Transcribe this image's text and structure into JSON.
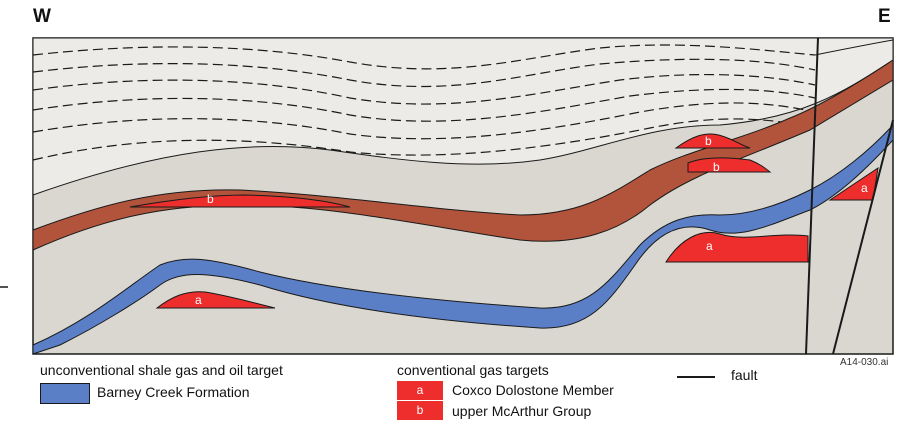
{
  "orientation": {
    "west": "W",
    "east": "E"
  },
  "section": {
    "lens_labels": [
      "b",
      "b",
      "b",
      "a",
      "a",
      "a"
    ],
    "colors": {
      "background_layer": "#d9d7d0",
      "upper_layer": "#ecebe7",
      "red_layer": "#b2533b",
      "blue_layer": "#5b7fc6",
      "target_red": "#ee2d2d",
      "lines": "#1a1a1a"
    }
  },
  "legend": {
    "unconventional": {
      "heading": "unconventional shale gas and oil target",
      "item_label": "Barney Creek Formation",
      "color": "#5b7fc6"
    },
    "conventional": {
      "heading": "conventional gas targets",
      "items": [
        {
          "code": "a",
          "label": "Coxco Dolostone Member",
          "color": "#ee2d2d"
        },
        {
          "code": "b",
          "label": "upper McArthur Group",
          "color": "#ee2d2d"
        }
      ]
    },
    "fault": {
      "label": "fault"
    }
  },
  "figure_id": "A14-030.ai"
}
